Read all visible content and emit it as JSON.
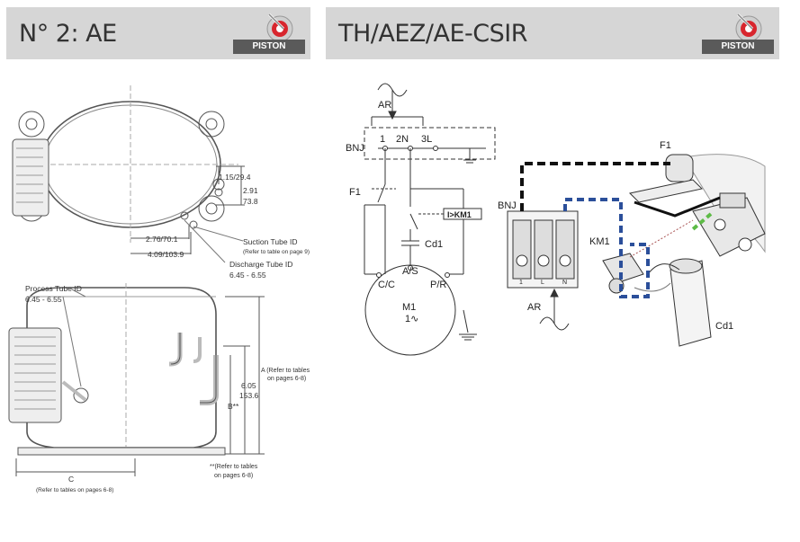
{
  "left_panel": {
    "title": "N° 2: AE",
    "badge_label": "PISTON",
    "dims": {
      "d1": "1.15/29.4",
      "d2a": "2.91",
      "d2b": "73.8",
      "d3": "2.76/70.1",
      "d4": "4.09/103.9",
      "suction_title": "Suction Tube ID",
      "suction_note": "(Refer to table on page 9)",
      "discharge_title": "Discharge Tube ID",
      "discharge_value": "6.45 - 6.55",
      "process_title": "Process Tube ID",
      "process_value": "6.45 - 6.55",
      "a_label": "A (Refer to tables",
      "a_label2": "on pages 6-8)",
      "h1": "6.05",
      "h2": "153.6",
      "b_label": "B**",
      "b_note1": "**(Refer to tables",
      "b_note2": "on pages 6-8)",
      "c_label": "C",
      "c_note": "(Refer to tables on pages 6-8)"
    }
  },
  "right_panel": {
    "title": "TH/AEZ/AE-CSIR",
    "badge_label": "PISTON",
    "labels": {
      "ar_top": "AR",
      "bnj": "BNJ",
      "t1": "1",
      "t2": "2N",
      "t3": "3L",
      "f1": "F1",
      "km1_box": "I>KM1",
      "cd1": "Cd1",
      "as": "A/S",
      "cc": "C/C",
      "pr": "P/R",
      "m1": "M1",
      "m1_sym": "1∿",
      "f1_r": "F1",
      "bnj_r": "BNJ",
      "km1_r": "KM1",
      "ar_bottom": "AR",
      "cd1_r": "Cd1",
      "term1": "1",
      "term_l": "L",
      "term_n": "N"
    }
  },
  "colors": {
    "header_bg": "#d6d6d6",
    "badge_bg": "#5a5a5a",
    "logo_red": "#d8262e",
    "wire_blue": "#2b4f9a",
    "wire_green": "#5dbb46"
  }
}
